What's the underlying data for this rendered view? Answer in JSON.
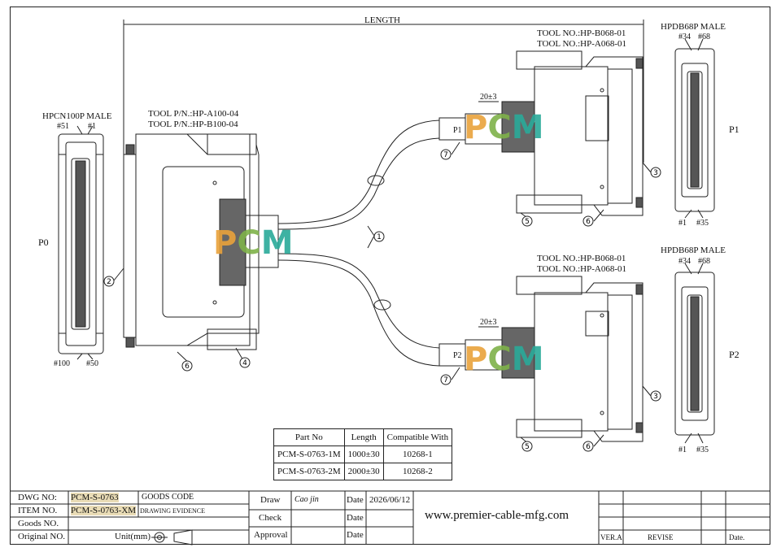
{
  "overall": {
    "length_label": "LENGTH",
    "watermark": "PCM"
  },
  "p0": {
    "title": "HPCN100P  MALE",
    "label": "P0",
    "pins": {
      "tl": "#51",
      "tr": "#1",
      "bl": "#100",
      "br": "#50"
    },
    "tool_a": "TOOL P/N.:HP-A100-04",
    "tool_b": "TOOL P/N.:HP-B100-04"
  },
  "p1": {
    "tool_b": "TOOL NO.:HP-B068-01",
    "tool_a": "TOOL NO.:HP-A068-01",
    "title": "HPDB68P MALE",
    "label": "P1",
    "plug_label": "P1",
    "pins": {
      "tl": "#34",
      "tr": "#68",
      "bl": "#1",
      "br": "#35"
    },
    "dim": "20±3"
  },
  "p2": {
    "tool_b": "TOOL NO.:HP-B068-01",
    "tool_a": "TOOL NO.:HP-A068-01",
    "title": "HPDB68P MALE",
    "label": "P2",
    "plug_label": "P2",
    "pins": {
      "tl": "#34",
      "tr": "#68",
      "bl": "#1",
      "br": "#35"
    },
    "dim": "20±3"
  },
  "callouts": {
    "c1": "1",
    "c2": "2",
    "c3": "3",
    "c4": "4",
    "c5": "5",
    "c6": "6",
    "c7": "7"
  },
  "spec_table": {
    "headers": [
      "Part No",
      "Length",
      "Compatible With"
    ],
    "rows": [
      [
        "PCM-S-0763-1M",
        "1000±30",
        "10268-1"
      ],
      [
        "PCM-S-0763-2M",
        "2000±30",
        "10268-2"
      ]
    ]
  },
  "title_block": {
    "dwg_no_label": "DWG NO:",
    "dwg_no": "PCM-S-0763",
    "goods_code_label": "GOODS CODE",
    "item_no_label": "ITEM NO.",
    "item_no": "PCM-S-0763-XM",
    "drawing_evidence_label": "DRAWING EVIDENCE",
    "goods_no_label": "Goods NO.",
    "original_no_label": "Original NO.",
    "unit_label": "Unit(mm)",
    "draw_label": "Draw",
    "draw_name": "Cao jin",
    "check_label": "Check",
    "approval_label": "Approval",
    "date_label": "Date",
    "date": "2026/06/12",
    "website": "www.premier-cable-mfg.com",
    "ver_label": "VER.A",
    "revise_label": "REVISE",
    "date2_label": "Date."
  },
  "colors": {
    "watermark_orange": "#e9a23b",
    "watermark_green": "#7fb24a",
    "watermark_teal": "#2aaa9a"
  }
}
